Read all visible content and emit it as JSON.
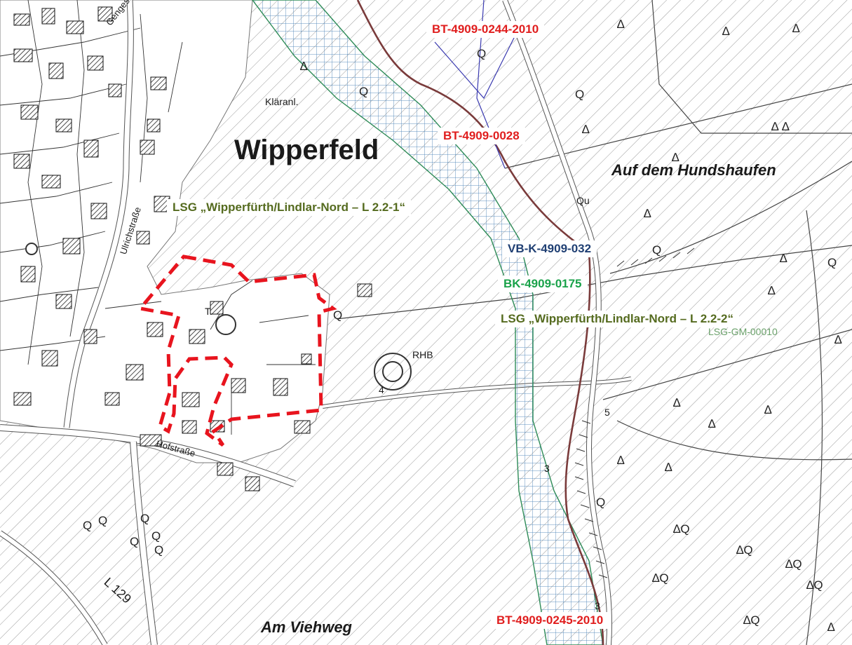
{
  "place": {
    "town": "Wipperfeld",
    "fields": [
      "Auf dem Hundshaufen",
      "Am Viehweg"
    ]
  },
  "streets": {
    "gengesfeld": "Gengesfeld",
    "ulrichstrasse": "Ulrichstraße",
    "hofstrasse": "Hofstraße",
    "road": "L 129"
  },
  "features": {
    "klaeranlage": "Kläranl.",
    "rhb": "RHB",
    "qu": "Qu",
    "t": "T.",
    "lsg_code": "LSG-GM-00010"
  },
  "numbers": [
    "3",
    "4",
    "5",
    "3"
  ],
  "designations": {
    "bt_top": "BT-4909-0244-2010",
    "bt_middle": "BT-4909-0028",
    "bt_bottom": "BT-4909-0245-2010",
    "lsg_1": "LSG „Wipperfürth/Lindlar-Nord – L 2.2-1“",
    "lsg_2": "LSG „Wipperfürth/Lindlar-Nord – L 2.2-2“",
    "vb": "VB-K-4909-032",
    "bk": "BK-4909-0175"
  },
  "colors": {
    "designation_red": "#e01e1e",
    "lsg_olive": "#556b1f",
    "vb_navy": "#1f3f73",
    "bk_green": "#1aa24a",
    "planning_boundary": "#e8141e",
    "water_hatch": "#4f86b8",
    "hatch_gray": "#9a9a9a"
  }
}
